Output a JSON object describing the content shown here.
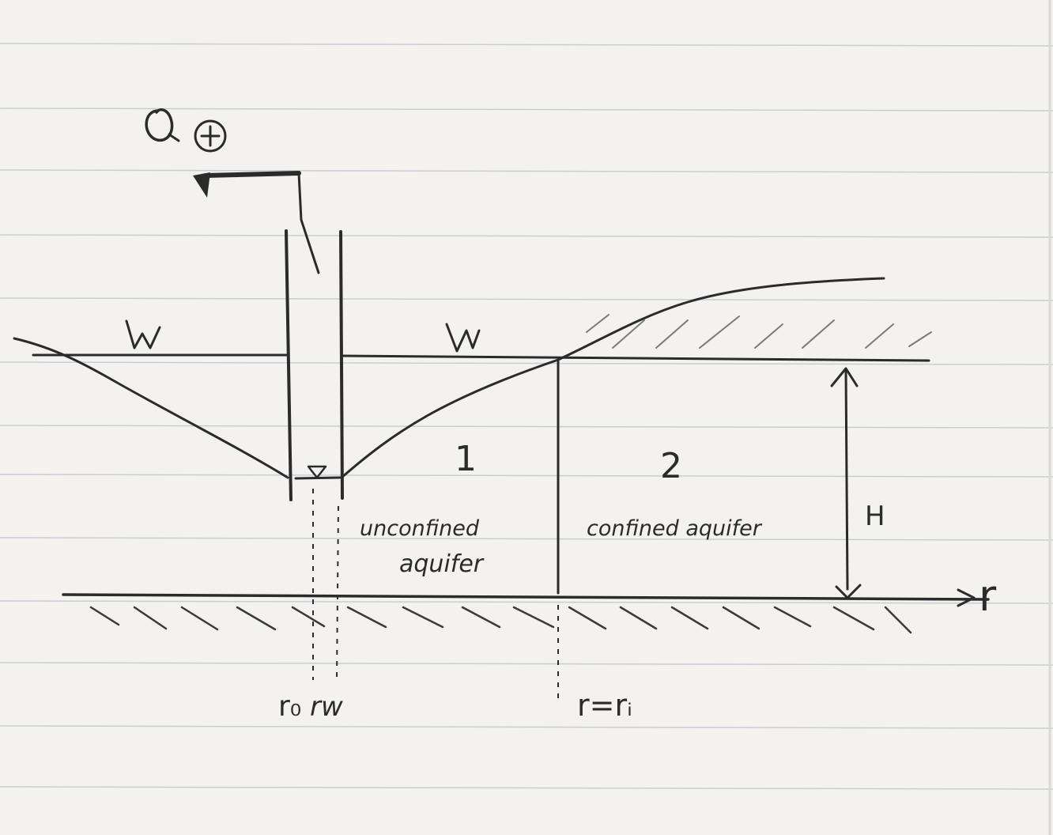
{
  "diagram": {
    "pump": {
      "label": "Q"
    },
    "zones": {
      "zone1": {
        "number": "1",
        "line1": "unconfined",
        "line2": "aquifer"
      },
      "zone2": {
        "number": "2",
        "label": "confined aquifer"
      }
    },
    "thickness_label": "H",
    "radial_axis_label": "r",
    "radius_labels": {
      "r0": "r₀",
      "rw": "rw",
      "ri": "r=rᵢ"
    },
    "colors": {
      "ink": "#2b2b2b",
      "paper": "#f3f2ee",
      "ruled_line": "#c9cdd3"
    }
  }
}
